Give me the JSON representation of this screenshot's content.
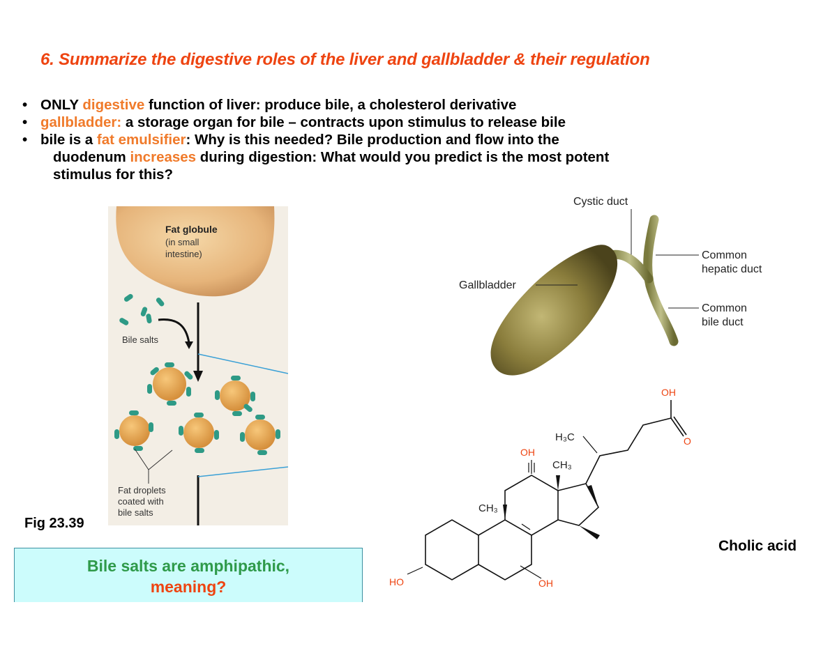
{
  "title": "6.  Summarize the digestive roles of the liver and gallbladder & their regulation",
  "bullets": [
    {
      "pre": "ONLY ",
      "hl": "digestive",
      "post": " function of liver: produce bile, a cholesterol derivative"
    },
    {
      "pre": "",
      "hl": "gallbladder:",
      "post": " a storage organ for bile – contracts upon stimulus to release bile"
    },
    {
      "pre": "bile is a ",
      "hl": "fat emulsifier",
      "post": ": Why is this needed?  Bile production and flow into the"
    }
  ],
  "bullet3_cont": {
    "pre": "duodenum ",
    "hl": "increases",
    "post": " during digestion: What would you predict is the most potent"
  },
  "bullet3_cont2": "stimulus for this?",
  "figure": {
    "fat_globule_title": "Fat globule",
    "fat_globule_sub1": "(in small",
    "fat_globule_sub2": "intestine)",
    "bile_salts": "Bile salts",
    "droplets_1": "Fat droplets",
    "droplets_2": "coated with",
    "droplets_3": "bile salts",
    "caption": "Fig 23.39"
  },
  "question": {
    "line1": "Bile salts are amphipathic,",
    "line2": "meaning?"
  },
  "gallbladder_labels": {
    "cystic_duct": "Cystic duct",
    "gallbladder": "Gallbladder",
    "hepatic_1": "Common",
    "hepatic_2": "hepatic duct",
    "bile_1": "Common",
    "bile_2": "bile duct"
  },
  "molecule": {
    "name": "Cholic acid",
    "oh": "OH",
    "o": "O",
    "h3c": "H₃C",
    "ch3": "CH₃",
    "ho": "HO"
  },
  "colors": {
    "orange": "#f07a2a",
    "red": "#ee4411",
    "green": "#2f9a4a",
    "box": "#ccfcfc",
    "droplet": "#e0a040",
    "salt": "#2e9a86"
  }
}
